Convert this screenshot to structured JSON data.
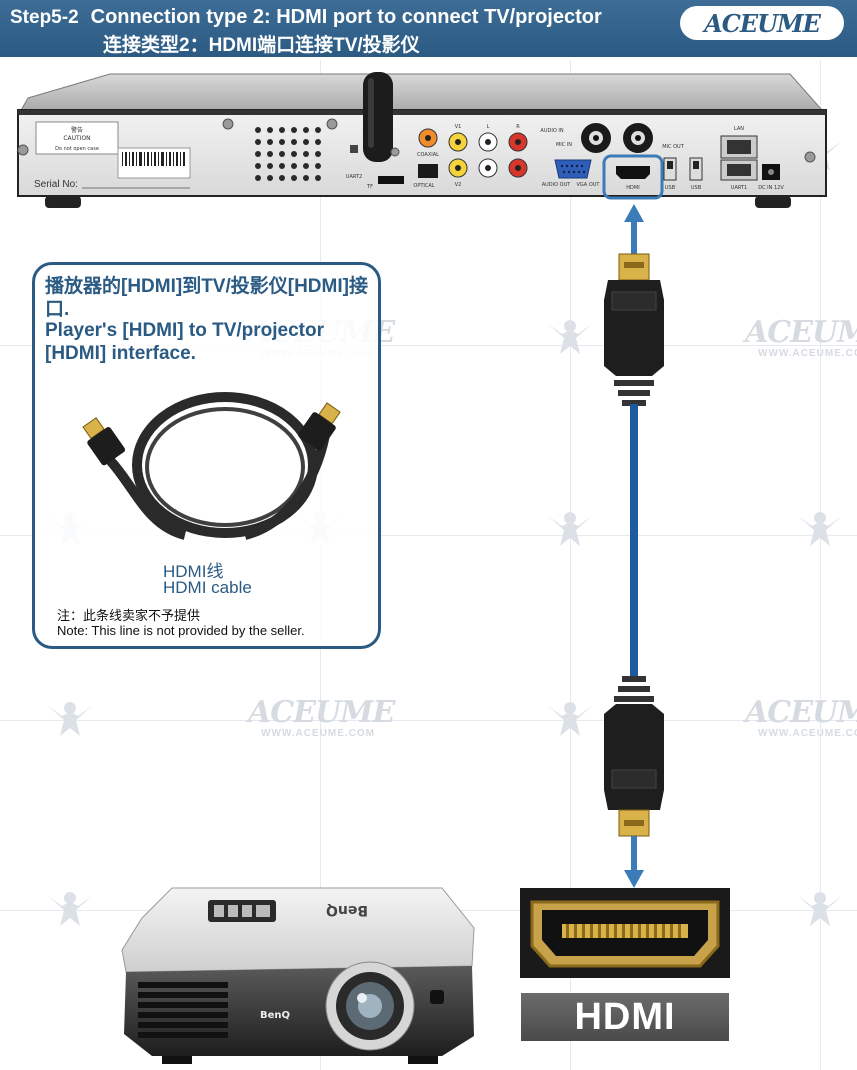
{
  "header": {
    "step": "Step5-2",
    "title_en": "Connection type 2: HDMI port to connect TV/projector",
    "title_cn": "连接类型2：HDMI端口连接TV/投影仪",
    "logo": "ACEUME"
  },
  "watermark": {
    "brand": "ACEUME",
    "url": "WWW.ACEUME.COM"
  },
  "device": {
    "serial_label": "Serial No:",
    "port_labels": {
      "audio_in": "AUDIO IN",
      "mic_in": "MIC IN",
      "mic_out": "MIC OUT",
      "lan": "LAN",
      "coaxial": "COAXIAL",
      "optical": "OPTICAL",
      "uart2": "UART2",
      "tf": "TF",
      "v1": "V1",
      "v2": "V2",
      "l": "L",
      "r": "R",
      "audio_out": "AUDIO OUT",
      "vga_out": "VGA OUT",
      "hdmi": "HDMI",
      "usb": "USB",
      "uart1": "UART1",
      "dc_in": "DC IN 12V"
    },
    "caution_cn": "警告",
    "caution_en": "CAUTION",
    "do_not_open": "Do not open case"
  },
  "info": {
    "text_cn": "播放器的[HDMI]到TV/投影仪[HDMI]接口.",
    "text_en": "Player's [HDMI] to TV/projector [HDMI] interface.",
    "cable_cn": "HDMI线",
    "cable_en": "HDMI cable",
    "note_cn": "注：此条线卖家不予提供",
    "note_en": "Note: This line is not provided by the seller."
  },
  "projector_brand": "BenQ",
  "hdmi_label": "HDMI",
  "colors": {
    "accent": "#2b5a83",
    "highlight": "#3a7bb8",
    "label_bg": "#5a5a5a",
    "gold": "#d9b24a"
  }
}
